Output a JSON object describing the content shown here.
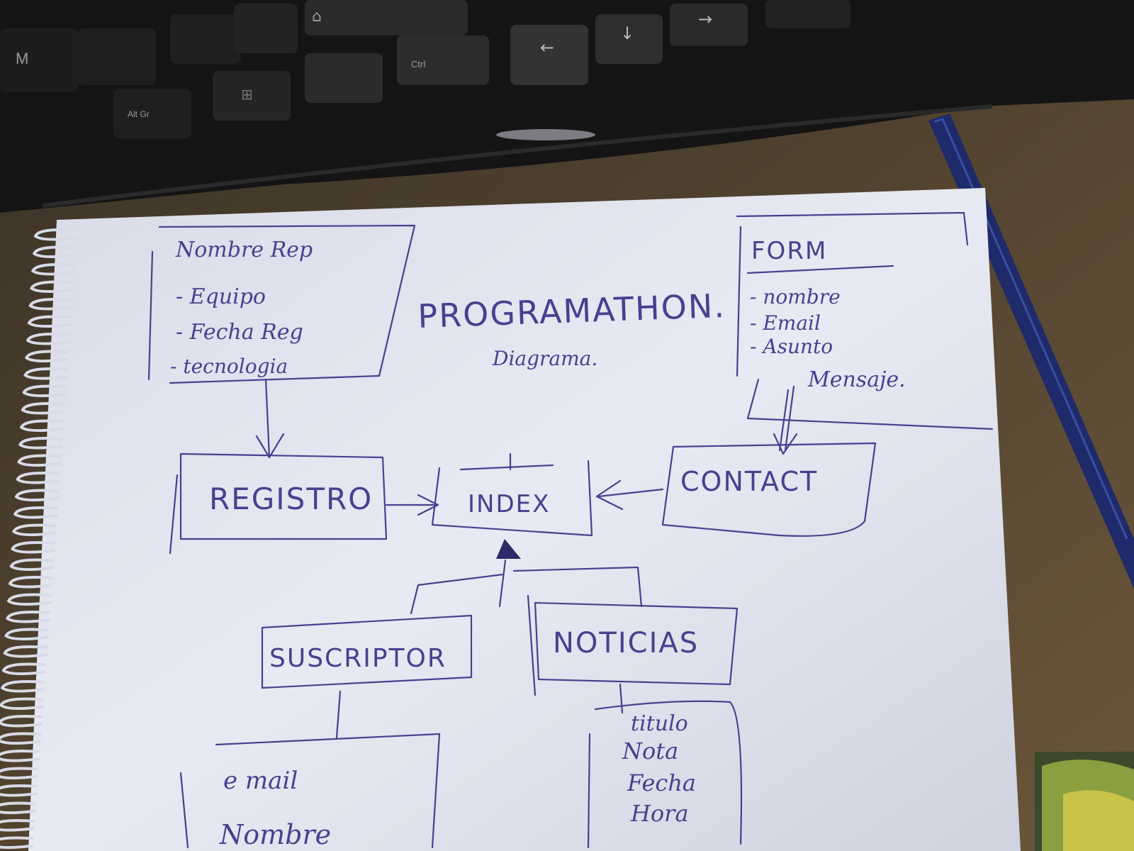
{
  "keyboard": {
    "keys": [
      "M",
      "Alt Gr",
      "Ctrl"
    ]
  },
  "notebook": {
    "title": "PROGRAMATHON.",
    "subtitle": "Diagrama.",
    "registro_fields": [
      "Nombre Rep",
      "- Equipo",
      "- Fecha Reg",
      "- tecnologia"
    ],
    "form": {
      "heading": "FORM",
      "fields": [
        "- nombre",
        "- Email",
        "- Asunto",
        "Mensaje."
      ]
    },
    "nodes": {
      "registro": "REGISTRO",
      "index": "INDEX",
      "contact": "CONTACT",
      "suscriptor": "SUSCRIPTOR",
      "noticias": "NOTICIAS"
    },
    "suscriptor_fields": [
      "e mail",
      "Nombre"
    ],
    "noticias_fields": [
      "titulo",
      "Nota",
      "Fecha",
      "Hora"
    ]
  },
  "colors": {
    "ink": "#4a3f8f",
    "paper": "#e6e8f2",
    "keyboard": "#141414",
    "desk": "#5a4a35",
    "pen": "#1e2a6a"
  }
}
